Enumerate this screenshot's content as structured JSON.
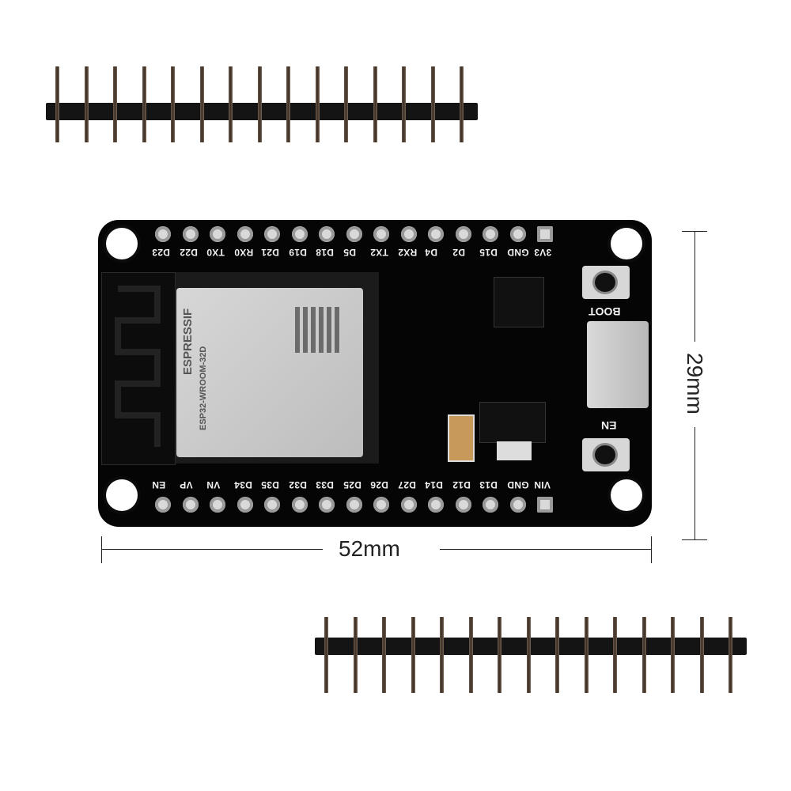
{
  "board": {
    "top_pin_labels": [
      "D23",
      "D22",
      "TX0",
      "RX0",
      "D21",
      "D19",
      "D18",
      "D5",
      "TX2",
      "RX2",
      "D4",
      "D2",
      "D15",
      "GND",
      "3V3"
    ],
    "bottom_pin_labels": [
      "EN",
      "VP",
      "VN",
      "D34",
      "D35",
      "D32",
      "D33",
      "D25",
      "D26",
      "D27",
      "D14",
      "D12",
      "D13",
      "GND",
      "VIN"
    ],
    "module_text": "ESP32-WROOM-32D",
    "brand_text": "ESPRESSIF",
    "boot_label": "BOOT",
    "en_label": "EN"
  },
  "dimensions": {
    "width_label": "52mm",
    "height_label": "29mm"
  },
  "header_strip": {
    "pin_count": 15
  },
  "colors": {
    "board": "#050505",
    "pad": "#d9d9d9",
    "shield": "#c9c9c9",
    "header": "#141414"
  }
}
